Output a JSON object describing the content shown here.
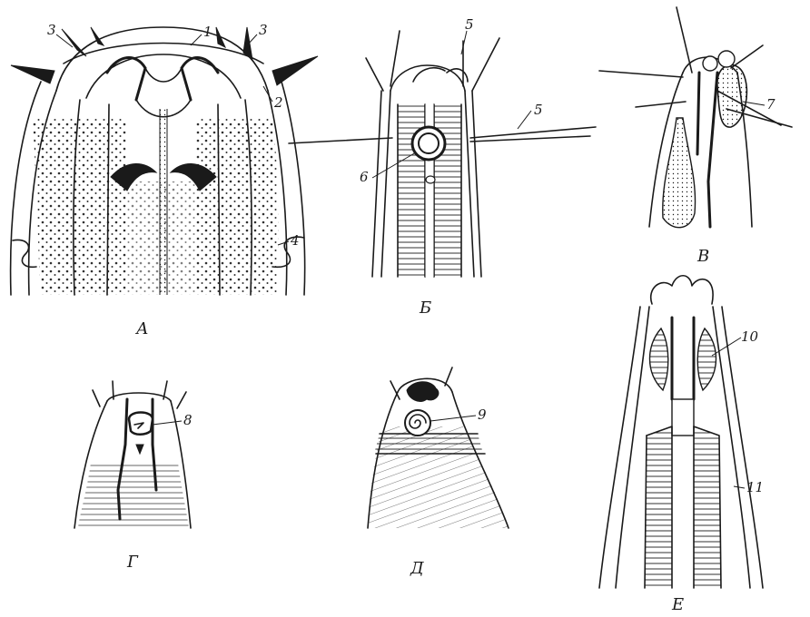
{
  "panels": {
    "a": {
      "letter": "А",
      "callouts": [
        "1",
        "2",
        "3",
        "3",
        "4"
      ]
    },
    "b": {
      "letter": "Б",
      "callouts": [
        "5",
        "5",
        "6"
      ]
    },
    "v": {
      "letter": "В",
      "callouts": [
        "7"
      ]
    },
    "g": {
      "letter": "Г",
      "callouts": [
        "8"
      ]
    },
    "d": {
      "letter": "Д",
      "callouts": [
        "9"
      ]
    },
    "e": {
      "letter": "Е",
      "callouts": [
        "10",
        "11"
      ]
    }
  }
}
